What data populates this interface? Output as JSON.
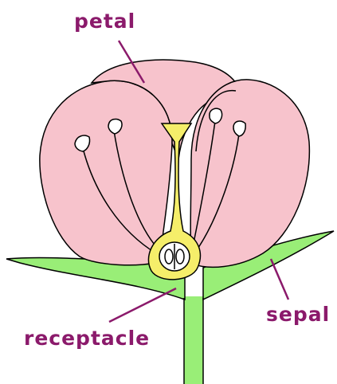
{
  "labels": {
    "petal": "petal",
    "sepal": "sepal",
    "receptacle": "receptacle"
  },
  "colors": {
    "label_text": "#8b1a6b",
    "leader_line": "#8b1a6b",
    "petal_fill": "#f7c3cc",
    "stem_fill": "#99ee77",
    "pistil_fill": "#f5ee6a",
    "outline": "#000000",
    "background": "#ffffff"
  }
}
